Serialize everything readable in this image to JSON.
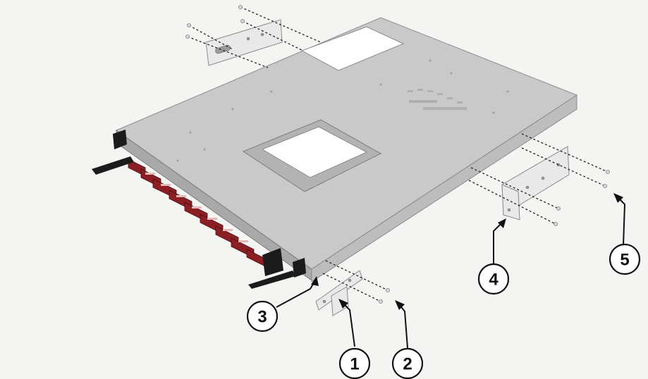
{
  "diagram": {
    "callouts": [
      {
        "id": "1",
        "label": "1"
      },
      {
        "id": "2",
        "label": "2"
      },
      {
        "id": "3",
        "label": "3"
      },
      {
        "id": "4",
        "label": "4"
      },
      {
        "id": "5",
        "label": "5"
      }
    ],
    "colors": {
      "chassis": "#c9c9c9",
      "ports": "#8c1f24",
      "background": "#f4f4f2",
      "callout_stroke": "#111111"
    },
    "icons": [
      "chassis-illustration",
      "rack-mount-bracket",
      "screw",
      "arrow"
    ]
  }
}
